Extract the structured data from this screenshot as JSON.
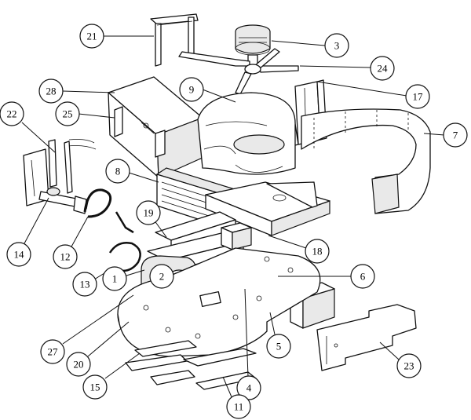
{
  "callouts": [
    {
      "id": "c21",
      "label": "21"
    },
    {
      "id": "c3",
      "label": "3"
    },
    {
      "id": "c24",
      "label": "24"
    },
    {
      "id": "c17",
      "label": "17"
    },
    {
      "id": "c9",
      "label": "9"
    },
    {
      "id": "c28",
      "label": "28"
    },
    {
      "id": "c25",
      "label": "25"
    },
    {
      "id": "c22",
      "label": "22"
    },
    {
      "id": "c7",
      "label": "7"
    },
    {
      "id": "c8",
      "label": "8"
    },
    {
      "id": "c19",
      "label": "19"
    },
    {
      "id": "c18",
      "label": "18"
    },
    {
      "id": "c14",
      "label": "14"
    },
    {
      "id": "c12",
      "label": "12"
    },
    {
      "id": "c13",
      "label": "13"
    },
    {
      "id": "c1",
      "label": "1"
    },
    {
      "id": "c2",
      "label": "2"
    },
    {
      "id": "c6",
      "label": "6"
    },
    {
      "id": "c27",
      "label": "27"
    },
    {
      "id": "c20",
      "label": "20"
    },
    {
      "id": "c5",
      "label": "5"
    },
    {
      "id": "c15",
      "label": "15"
    },
    {
      "id": "c4",
      "label": "4"
    },
    {
      "id": "c23",
      "label": "23"
    },
    {
      "id": "c11",
      "label": "11"
    }
  ]
}
